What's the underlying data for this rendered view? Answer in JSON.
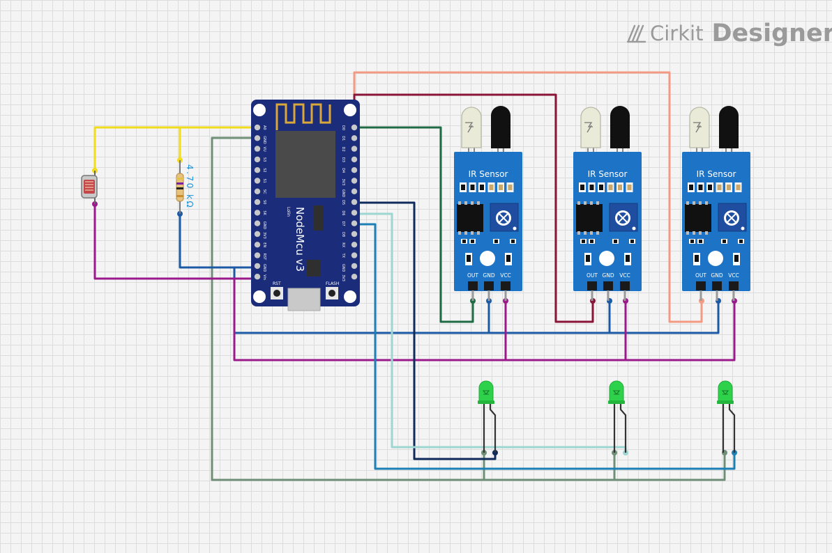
{
  "brand": {
    "name": "Cirkit",
    "product": "Designer"
  },
  "board": {
    "name": "NodeMcu v3",
    "subtitle": "Lolin",
    "rst_label": "RST",
    "flash_label": "FLASH",
    "left_pins": [
      "A0",
      "GND",
      "VU",
      "S3",
      "S2",
      "S1",
      "SC",
      "S0",
      "SK",
      "GND",
      "3V3",
      "EN",
      "RST",
      "GND",
      "Vin"
    ],
    "right_pins": [
      "D0",
      "D1",
      "D2",
      "D3",
      "D4",
      "3V3",
      "GND",
      "D5",
      "D6",
      "D7",
      "D8",
      "RX",
      "TX",
      "GND",
      "3V3"
    ]
  },
  "resistor": {
    "value": "4.70 kΩ"
  },
  "ir_sensors": [
    {
      "title": "IR Sensor",
      "pins": [
        "OUT",
        "GND",
        "VCC"
      ]
    },
    {
      "title": "IR Sensor",
      "pins": [
        "OUT",
        "GND",
        "VCC"
      ]
    },
    {
      "title": "IR Sensor",
      "pins": [
        "OUT",
        "GND",
        "VCC"
      ]
    }
  ],
  "components": {
    "photoresistor": "photoresistor-icon",
    "leds": [
      "led-green-icon",
      "led-green-icon",
      "led-green-icon"
    ]
  },
  "wire_colors": {
    "yellow": "#f1dc1b",
    "darkgreen": "#1f6b45",
    "salmon": "#f59a82",
    "maroon": "#8a1538",
    "blue": "#1d5aa5",
    "magenta": "#9b1a8b",
    "sage": "#6f8f77",
    "navy": "#112a5c",
    "lightcyan": "#9ed6d2",
    "steelblue": "#1c7fb5"
  }
}
